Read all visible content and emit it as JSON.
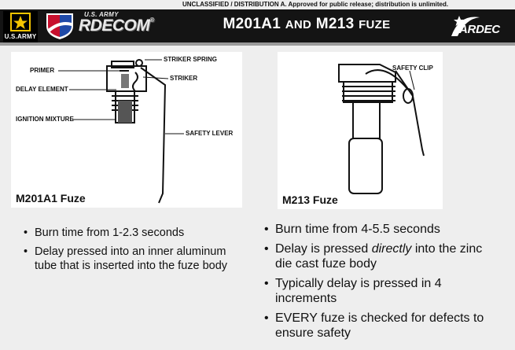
{
  "classification_banner": "UNCLASSIFIED / DISTRIBUTION A. Approved for public release; distribution is unlimited.",
  "header": {
    "army_logo_text": "U.S.ARMY",
    "rdecom_small": "U.S. ARMY",
    "rdecom_big": "RDECOM",
    "rdecom_mark": "®",
    "title_part1": "M201A1",
    "title_and": "AND",
    "title_part2": "M213",
    "title_fuze": "FUZE",
    "ardec_text": "ARDEC"
  },
  "figure_left": {
    "labels": {
      "primer": "PRIMER",
      "delay_element": "DELAY ELEMENT",
      "ignition_mixture": "IGNITION MIXTURE",
      "striker_spring": "STRIKER SPRING",
      "striker": "STRIKER",
      "safety_lever": "SAFETY LEVER"
    },
    "caption": "M201A1 Fuze"
  },
  "figure_right": {
    "labels": {
      "safety_clip": "SAFETY CLIP"
    },
    "caption": "M213 Fuze"
  },
  "bullets_left": [
    "Burn time from 1-2.3 seconds",
    "Delay pressed into an inner aluminum tube that is inserted into the fuze body"
  ],
  "bullets_right": [
    {
      "pre": "Burn time from 4-5.5 seconds",
      "em": "",
      "post": ""
    },
    {
      "pre": "Delay is pressed ",
      "em": "directly",
      "post": " into the zinc die cast fuze body"
    },
    {
      "pre": "Typically delay is pressed in 4 increments",
      "em": "",
      "post": ""
    },
    {
      "pre": "EVERY fuze is checked for defects to ensure safety",
      "em": "",
      "post": ""
    }
  ],
  "colors": {
    "header_bg": "#141414",
    "army_gold": "#f5c400",
    "shield_red": "#c8102e",
    "shield_blue": "#1f4aa8"
  }
}
